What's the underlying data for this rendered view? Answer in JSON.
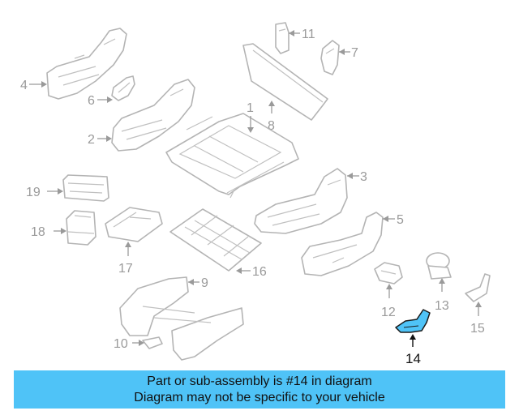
{
  "diagram": {
    "callouts": [
      "1",
      "2",
      "3",
      "4",
      "5",
      "6",
      "7",
      "8",
      "9",
      "10",
      "11",
      "12",
      "13",
      "14",
      "15",
      "16",
      "17",
      "18",
      "19"
    ],
    "highlight_part": "14",
    "highlight_color": "#4fc3f7",
    "part_line_color": "#b4b4b4",
    "callout_color": "#9a9a9a"
  },
  "banner": {
    "line1": "Part or sub-assembly is #14 in diagram",
    "line2": "Diagram may not be specific to your vehicle",
    "background": "#4fc3f7"
  }
}
